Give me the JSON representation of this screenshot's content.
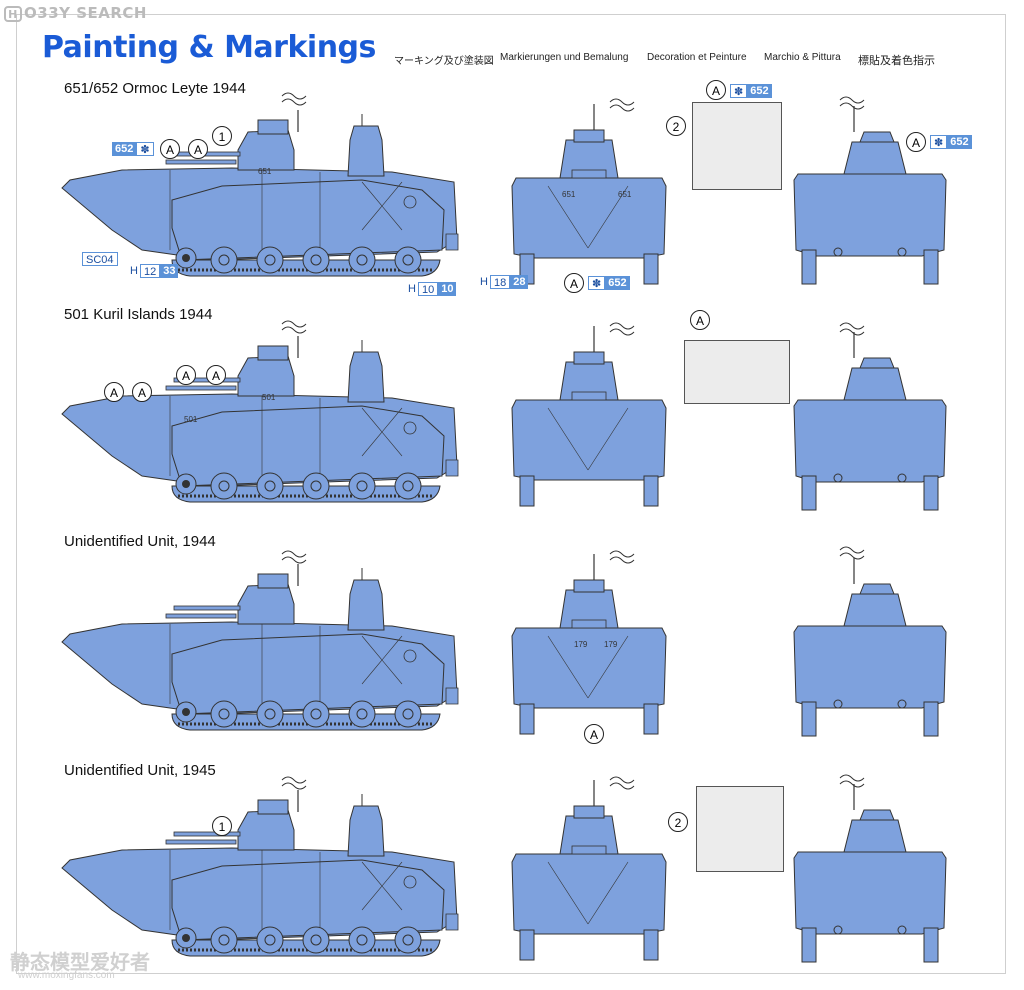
{
  "site": {
    "logo_mark": "H",
    "logo_text": "O33Y SEARCH"
  },
  "title": "Painting & Markings",
  "languages": [
    "マーキング及び塗装図",
    "Markierungen und Bemalung",
    "Decoration et Peinture",
    "Marchio & Pittura",
    "標貼及着色指示"
  ],
  "colors": {
    "vehicle_fill": "#7ea1dd",
    "title_blue": "#1a5bd6",
    "outline": "#333333"
  },
  "sections": [
    {
      "title": "651/652 Ormoc Leyte 1944",
      "turret_number": "651",
      "hull_number": "651"
    },
    {
      "title": "501 Kuril Islands 1944",
      "turret_number": "501",
      "hull_number": "501"
    },
    {
      "title": "Unidentified Unit, 1944",
      "hull_number": "179"
    },
    {
      "title": "Unidentified Unit, 1945"
    }
  ],
  "callouts": {
    "A": "A",
    "one": "1",
    "two": "2",
    "comma": ","
  },
  "tags": {
    "num652": "652",
    "sc04": "SC04",
    "h1": "H",
    "h12": "12",
    "h33": "33",
    "h2": "H",
    "h10a": "10",
    "h10b": "10",
    "h3": "H",
    "h18": "18",
    "h28": "28",
    "flag": "✽"
  },
  "watermark": {
    "text": "静态模型爱好者",
    "url": "www.moxingfans.com"
  }
}
